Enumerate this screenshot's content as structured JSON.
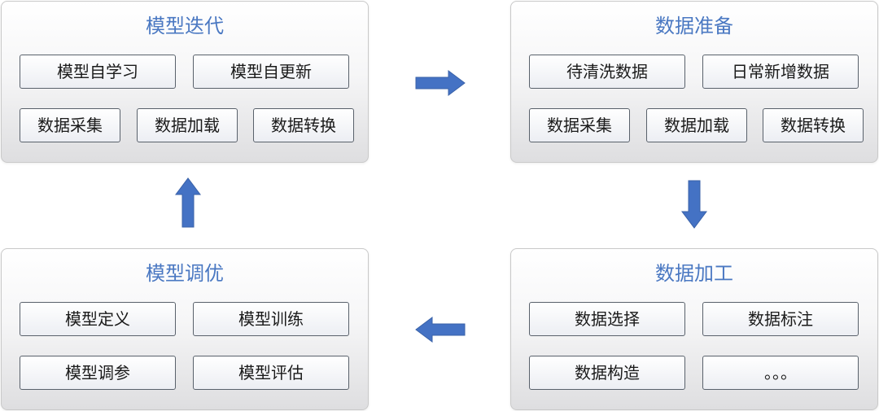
{
  "panels": {
    "iteration": {
      "title": "模型迭代",
      "row1": [
        "模型自学习",
        "模型自更新"
      ],
      "row2": [
        "数据采集",
        "数据加载",
        "数据转换"
      ]
    },
    "preparation": {
      "title": "数据准备",
      "row1": [
        "待清洗数据",
        "日常新增数据"
      ],
      "row2": [
        "数据采集",
        "数据加载",
        "数据转换"
      ]
    },
    "tuning": {
      "title": "模型调优",
      "row1": [
        "模型定义",
        "模型训练"
      ],
      "row2": [
        "模型调参",
        "模型评估"
      ]
    },
    "processing": {
      "title": "数据加工",
      "row1": [
        "数据选择",
        "数据标注"
      ],
      "row2": [
        "数据构造",
        "。。。"
      ]
    }
  },
  "colors": {
    "title": "#4a78c2",
    "arrow": "#4a78c2",
    "cell_border": "#59616b"
  },
  "arrows": [
    {
      "name": "iteration-to-preparation",
      "direction": "right"
    },
    {
      "name": "preparation-to-processing",
      "direction": "down"
    },
    {
      "name": "processing-to-tuning",
      "direction": "left"
    },
    {
      "name": "tuning-to-iteration",
      "direction": "up"
    }
  ]
}
